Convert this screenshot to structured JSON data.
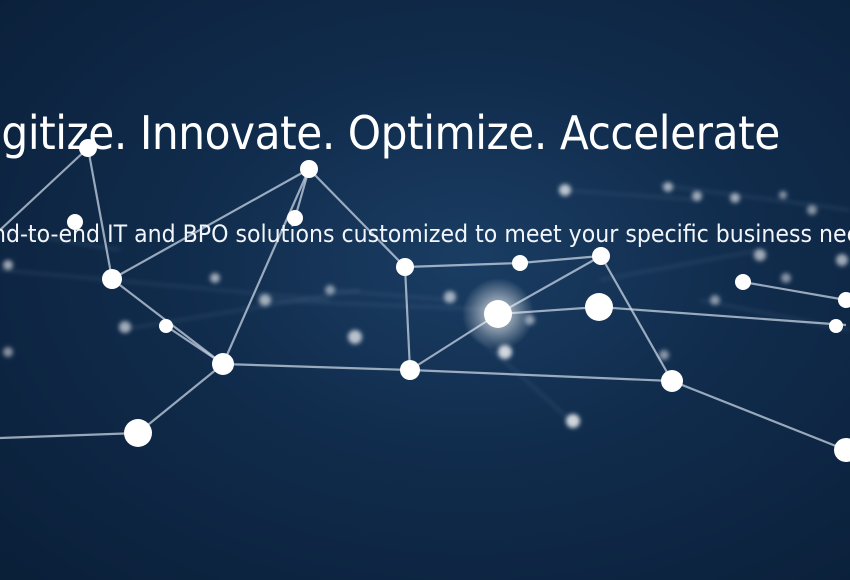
{
  "hero": {
    "headline": "Digitize. Innovate. Optimize. Accelerate",
    "subheadline": "End-to-end IT and BPO solutions customized to meet your specific business needs"
  },
  "colors": {
    "background": "#0f2a4a",
    "node": "#ffffff",
    "line": "#c8d6e8"
  },
  "decoration": {
    "image": "network-nodes-background"
  }
}
